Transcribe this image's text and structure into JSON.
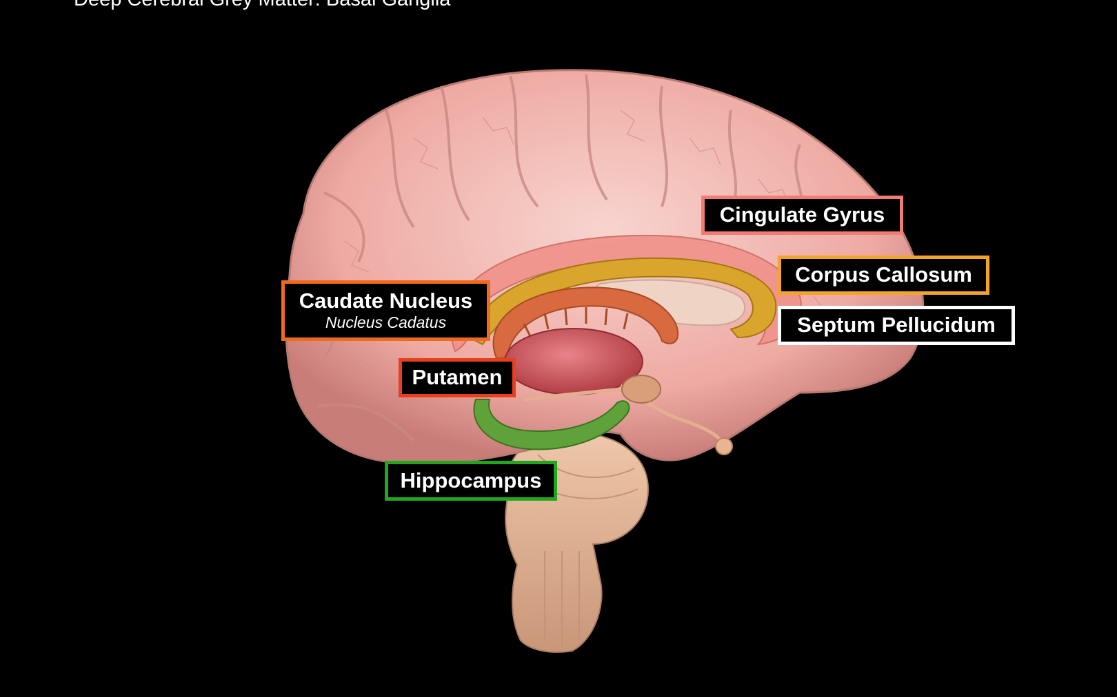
{
  "title": "Deep Cerebral Grey Matter: Basal Ganglia",
  "labels": {
    "cingulate_gyrus": {
      "text": "Cingulate Gyrus",
      "color": "#f07c75"
    },
    "corpus_callosum": {
      "text": "Corpus Callosum",
      "color": "#f3a52a"
    },
    "septum_pellucidum": {
      "text": "Septum Pellucidum",
      "color": "#ffffff"
    },
    "caudate_nucleus": {
      "text": "Caudate Nucleus",
      "subtext": "Nucleus Cadatus",
      "color": "#ee6a1e"
    },
    "putamen": {
      "text": "Putamen",
      "color": "#e8401f"
    },
    "hippocampus": {
      "text": "Hippocampus",
      "color": "#22a51f"
    }
  },
  "colors": {
    "background": "#000000",
    "cerebrum": "#f2b3ad",
    "cingulate": "#f0948c",
    "corpus_callosum": "#d9a52c",
    "septum": "#efd4c6",
    "caudate": "#d9693f",
    "putamen": "#c94a4f",
    "hippocampus": "#5fa23a",
    "brainstem": "#e6b99c"
  }
}
